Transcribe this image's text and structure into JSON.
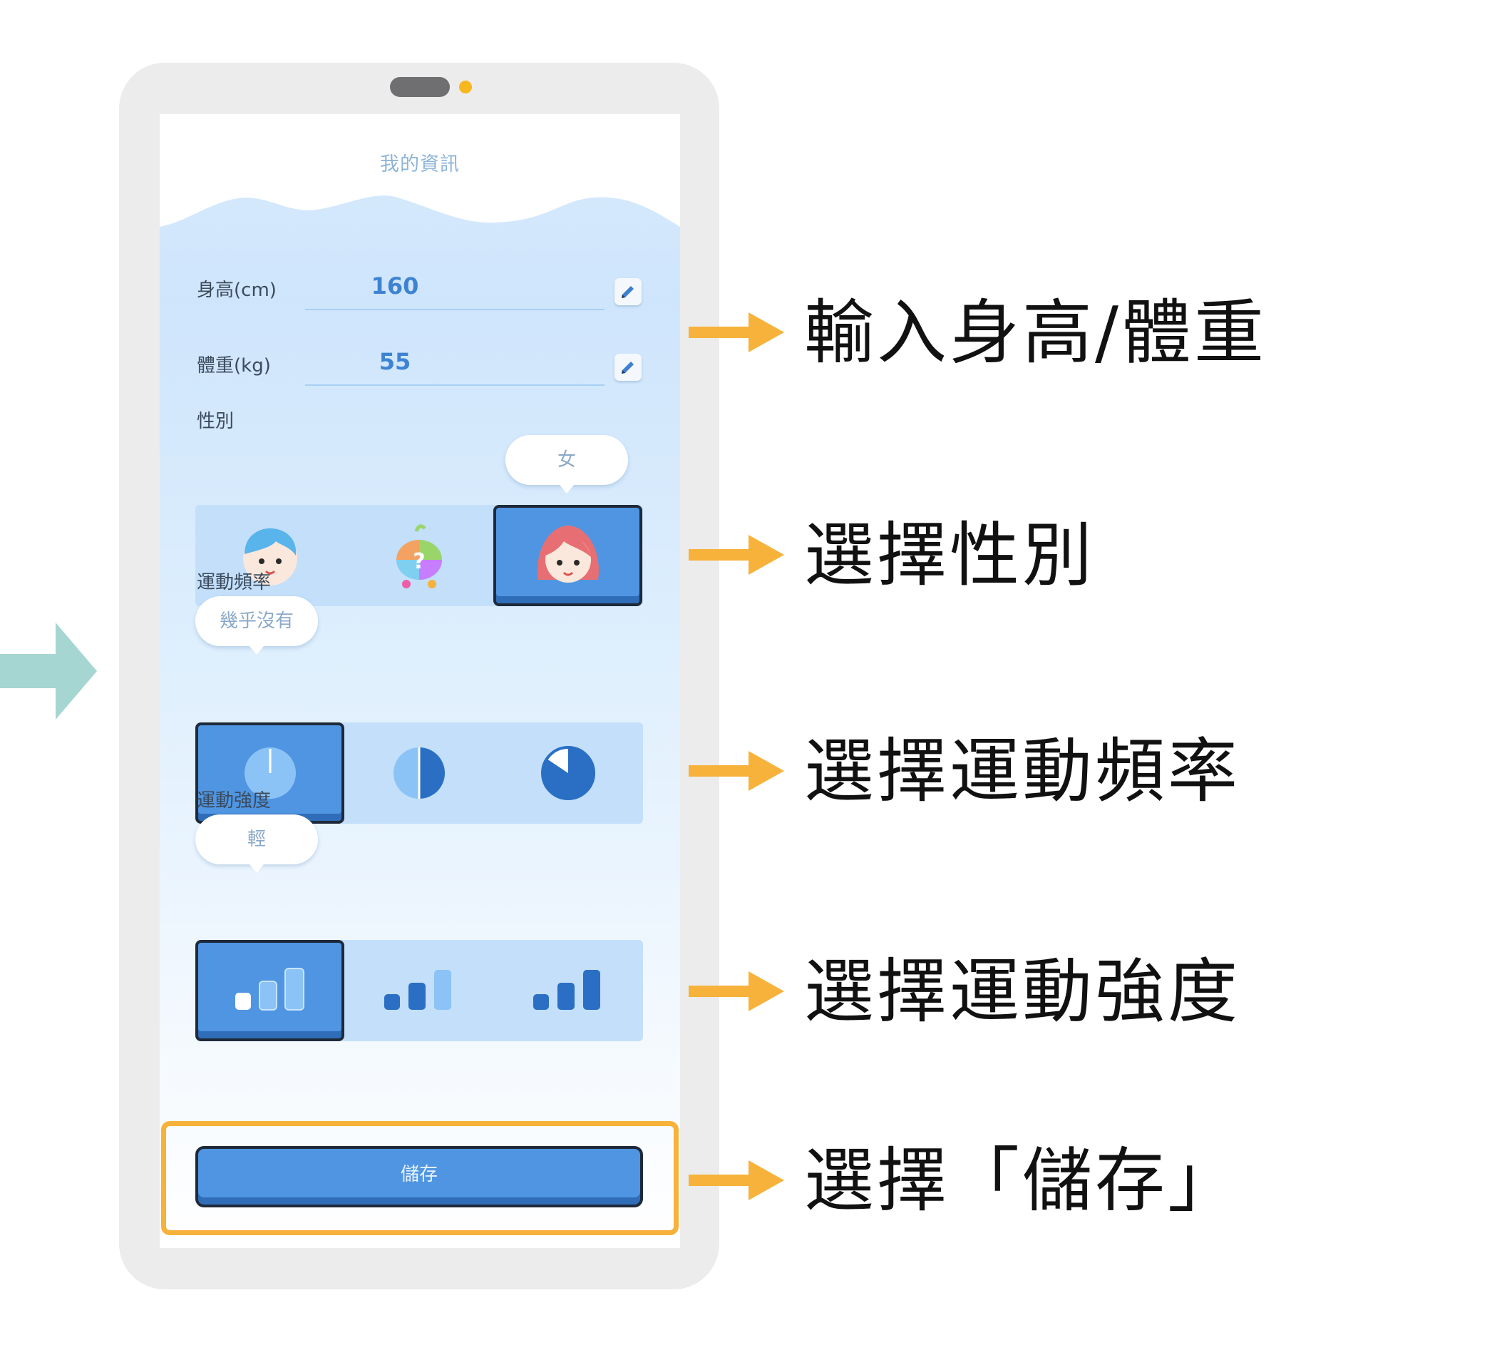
{
  "screen": {
    "title": "我的資訊",
    "height_field": {
      "label": "身高(cm)",
      "value": "160"
    },
    "weight_field": {
      "label": "體重(kg)",
      "value": "55"
    },
    "gender": {
      "label": "性別",
      "selected_label": "女",
      "options": [
        "boy-avatar-icon",
        "unknown-gender-icon",
        "girl-avatar-icon"
      ]
    },
    "frequency": {
      "label": "運動頻率",
      "selected_label": "幾乎沒有",
      "options": [
        "rarely-clock-icon",
        "half-clock-icon",
        "mostly-clock-icon"
      ]
    },
    "intensity": {
      "label": "運動強度",
      "selected_label": "輕",
      "options": [
        "light-bars-icon",
        "medium-bars-icon",
        "heavy-bars-icon"
      ]
    },
    "save_label": "儲存"
  },
  "annotations": [
    "輸入身高/體重",
    "選擇性別",
    "選擇運動頻率",
    "選擇運動強度",
    "選擇「儲存」"
  ],
  "colors": {
    "accent": "#4f95e2",
    "highlight": "#f6b23a",
    "arrow": "#f6b23a",
    "teal_arrow": "#a6d6d2",
    "phone_frame": "#ececed"
  }
}
